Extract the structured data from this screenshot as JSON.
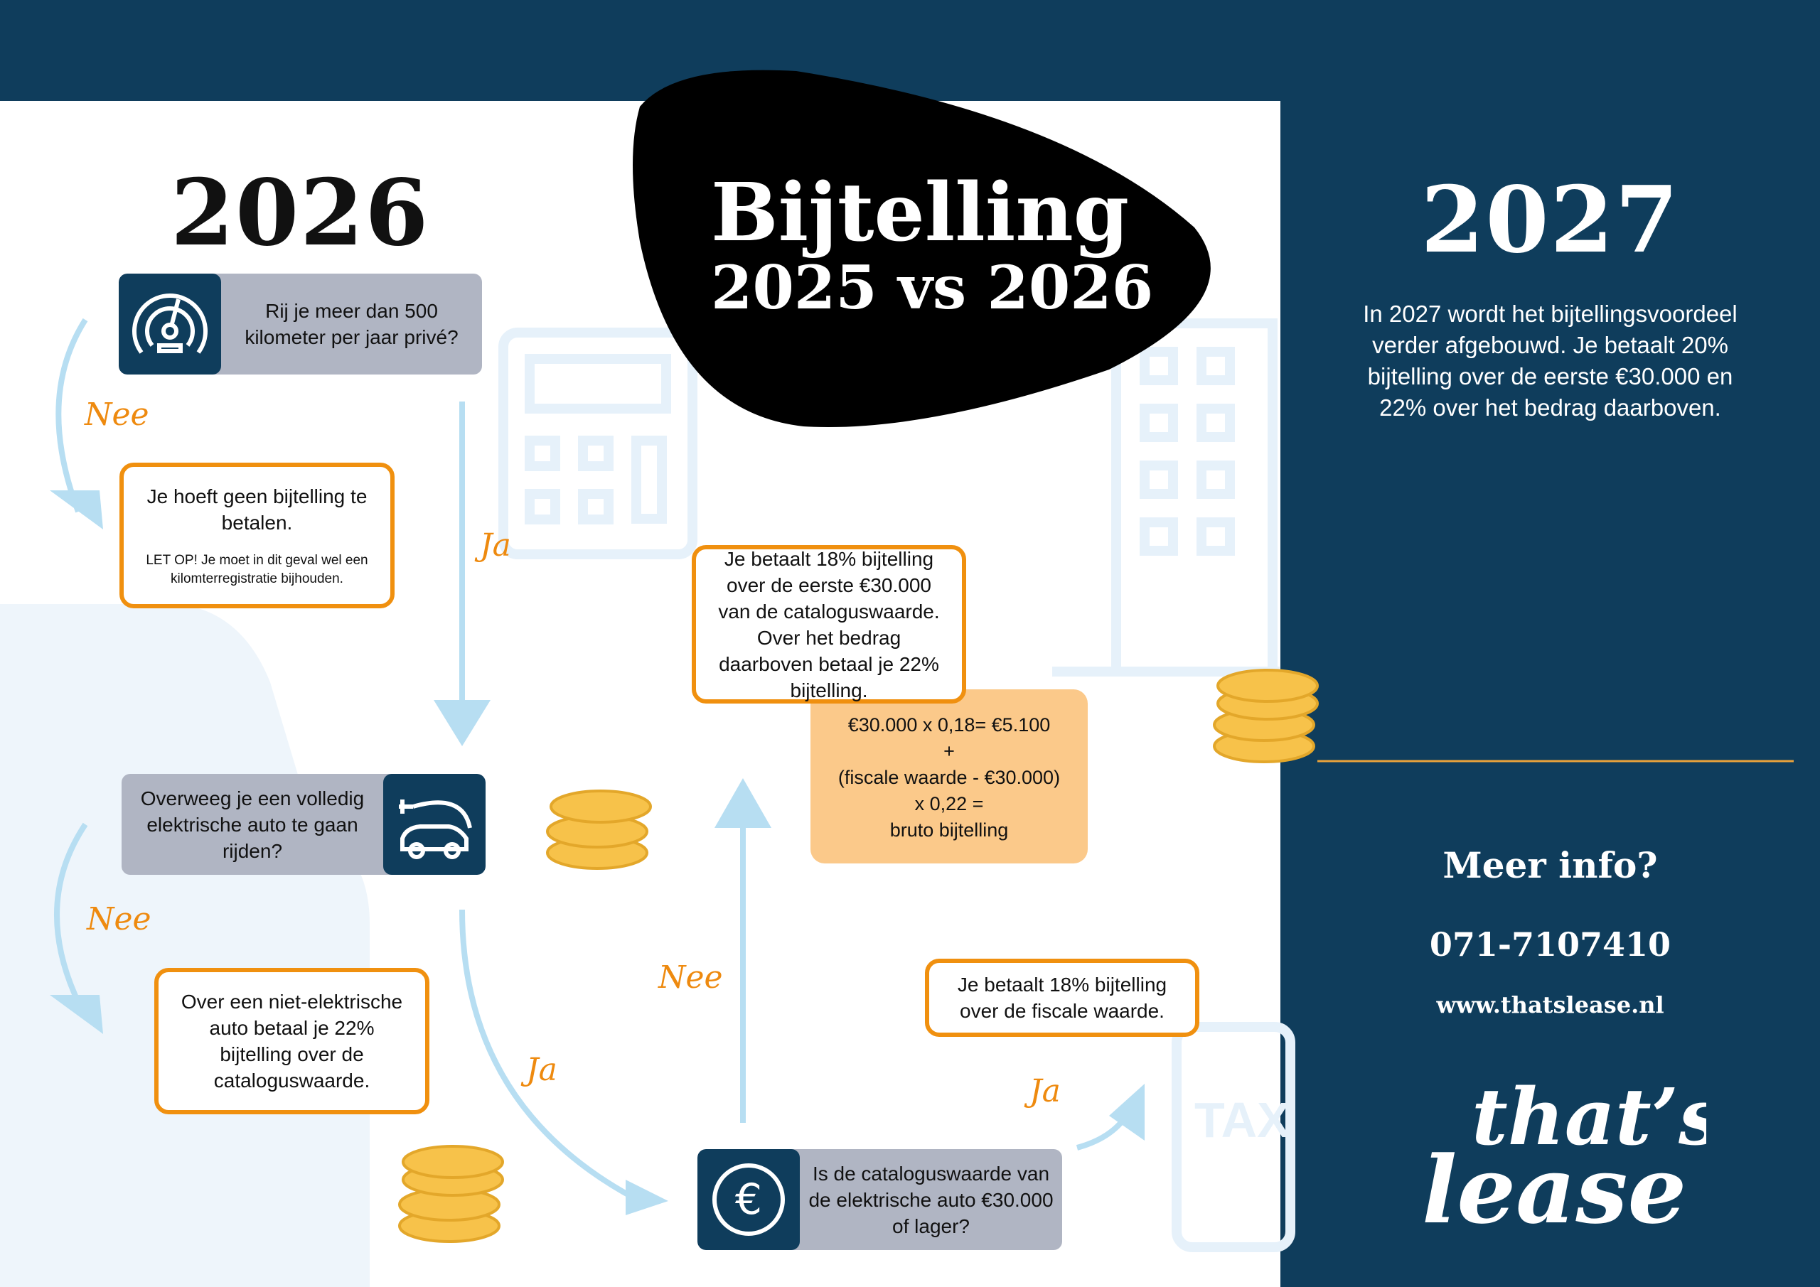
{
  "title": {
    "line1": "Bijtelling",
    "line2": "2025 vs 2026"
  },
  "left_year": "2026",
  "flow": {
    "q1": "Rij je meer dan 500 kilometer per jaar privé?",
    "no_km": {
      "main": "Je hoeft geen bijtelling te betalen.",
      "note": "LET OP! Je moet in dit geval wel een kilomterregistratie bijhouden."
    },
    "q2": "Overweeg je een volledig elektrische auto te gaan rijden?",
    "non_electric": "Over een niet-elektrische auto betaal je 22% bijtelling over de cataloguswaarde.",
    "q3": "Is de cataloguswaarde van de elektrische auto €30.000 of lager?",
    "above": "Je betaalt 18% bijtelling over de eerste €30.000 van de cataloguswaarde. Over het bedrag daarboven betaal je 22% bijtelling.",
    "formula": [
      "€30.000 x 0,18= €5.100",
      "+",
      "(fiscale waarde - €30.000)",
      "x 0,22 =",
      "bruto bijtelling"
    ],
    "below": "Je betaalt 18% bijtelling over de fiscale waarde.",
    "labels": {
      "nee": "Nee",
      "ja": "Ja"
    }
  },
  "right": {
    "year": "2027",
    "text": "In 2027 wordt het bijtellingsvoordeel verder afgebouwd. Je betaalt 20% bijtelling over de eerste €30.000 en 22% over het bedrag daarboven.",
    "more": "Meer info?",
    "phone": "071-7107410",
    "web": "www.thatslease.nl",
    "logo": "that's lease"
  },
  "colors": {
    "navy": "#0f3d5c",
    "orange": "#f0900f",
    "arrow": "#b7def2",
    "peach": "#fbc98a",
    "grey": "#b0b5c3"
  }
}
